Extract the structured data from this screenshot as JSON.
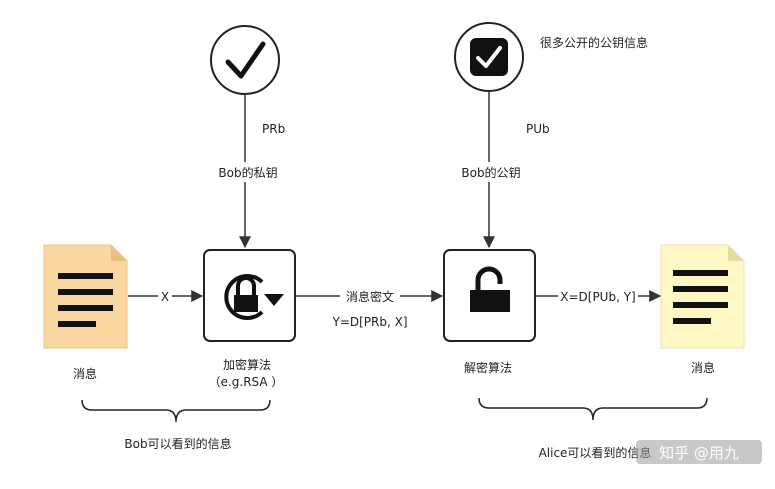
{
  "diagram": {
    "sender_key": {
      "name": "PRb",
      "caption": "Bob的私钥"
    },
    "receiver_key": {
      "name": "PUb",
      "caption": "Bob的公钥",
      "note": "很多公开的公钥信息"
    },
    "left_doc": {
      "label": "消息",
      "arrow_label": "X"
    },
    "encrypt": {
      "label": "加密算法",
      "sublabel": "（e.g.RSA ）"
    },
    "channel": {
      "label": "消息密文",
      "formula": "Y=D[PRb, X]"
    },
    "decrypt": {
      "label": "解密算法",
      "output_label": "X=D[PUb, Y]"
    },
    "right_doc": {
      "label": "消息"
    },
    "bob_scope": "Bob可以看到的信息",
    "alice_scope": "Alice可以看到的信息",
    "watermark": "知乎 @用九",
    "colors": {
      "left_doc_fill": "#fad7a0",
      "right_doc_fill": "#fff8c4",
      "stroke": "#222222",
      "wm_bg": "#9a9a9a"
    }
  }
}
